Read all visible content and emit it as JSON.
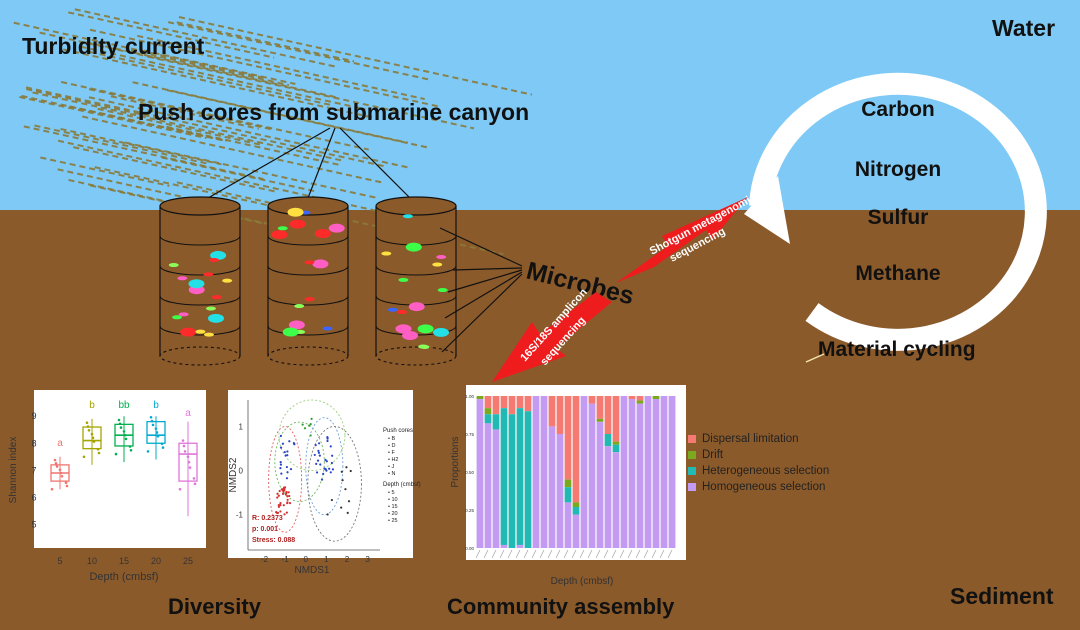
{
  "colors": {
    "water": "#7ec9f5",
    "sediment": "#8b5a2b",
    "arrow_red": "#ee1c1c",
    "cycle_white": "#ffffff",
    "streak": "#8a7a3a"
  },
  "labels": {
    "turbidity_current": "Turbidity current",
    "water": "Water",
    "push_cores": "Push cores from submarine canyon",
    "microbes": "Microbes",
    "shotgun_line1": "Shotgun metagenomic",
    "shotgun_line2": "sequencing",
    "amplicon_line1": "16S/18S amplicon",
    "amplicon_line2": "sequencing",
    "material_cycling": "Material cycling",
    "diversity": "Diversity",
    "community_assembly": "Community assembly",
    "sediment": "Sediment"
  },
  "cycle_elements": [
    "Carbon",
    "Nitrogen",
    "Sulfur",
    "Methane"
  ],
  "shannon_panel": {
    "ylabel": "Shannon index",
    "xlabel": "Depth (cmbsf)",
    "categories": [
      "5",
      "10",
      "15",
      "20",
      "25"
    ],
    "y_ticks": [
      "5",
      "6",
      "7",
      "8",
      "9"
    ],
    "letters": [
      "a",
      "b",
      "bb",
      "b",
      "a"
    ],
    "colors": [
      "#f0756e",
      "#a3a500",
      "#00b050",
      "#00aad0",
      "#e075d8"
    ]
  },
  "nmds_panel": {
    "xlabel": "NMDS1",
    "ylabel": "NMDS2",
    "x_ticks": [
      "-2",
      "-1",
      "0",
      "1",
      "2",
      "3"
    ],
    "y_ticks": [
      "-1",
      "0",
      "1"
    ],
    "stats": [
      "R: 0.2373",
      "p: 0.001",
      "Stress: 0.088"
    ],
    "legend_title1": "Push cores",
    "legend_cores": [
      "B",
      "D",
      "F",
      "H2",
      "J",
      "N"
    ],
    "legend_title2": "Depth (cmbsf)",
    "legend_depths": [
      "5",
      "10",
      "15",
      "20",
      "25"
    ]
  },
  "chart_data": {
    "type": "bar",
    "ylabel": "Proportions",
    "xlabel": "Depth (cmbsf)",
    "y_ticks": [
      "0.00",
      "0.25",
      "0.50",
      "0.75",
      "1.00"
    ],
    "series": [
      {
        "name": "Dispersal limitation",
        "color": "#f47a72"
      },
      {
        "name": "Drift",
        "color": "#7aa81e"
      },
      {
        "name": "Heterogeneous selection",
        "color": "#22b8b4"
      },
      {
        "name": "Homogeneous selection",
        "color": "#c39bf2"
      }
    ],
    "bars": [
      [
        0,
        0.02,
        0,
        0.98
      ],
      [
        0.08,
        0.04,
        0.06,
        0.82
      ],
      [
        0.12,
        0,
        0.1,
        0.78
      ],
      [
        0.08,
        0,
        0.9,
        0.02
      ],
      [
        0.12,
        0,
        0.88,
        0
      ],
      [
        0.08,
        0,
        0.9,
        0.02
      ],
      [
        0.1,
        0,
        0.9,
        0
      ],
      [
        0,
        0,
        0,
        1
      ],
      [
        0,
        0,
        0,
        1
      ],
      [
        0.2,
        0,
        0,
        0.8
      ],
      [
        0.25,
        0,
        0,
        0.75
      ],
      [
        0.55,
        0.05,
        0.1,
        0.3
      ],
      [
        0.7,
        0.03,
        0.05,
        0.22
      ],
      [
        0,
        0,
        0,
        1
      ],
      [
        0.05,
        0,
        0,
        0.95
      ],
      [
        0.15,
        0.02,
        0,
        0.83
      ],
      [
        0.25,
        0,
        0.08,
        0.67
      ],
      [
        0.3,
        0.02,
        0.05,
        0.63
      ],
      [
        0,
        0,
        0,
        1
      ],
      [
        0.02,
        0,
        0,
        0.98
      ],
      [
        0.03,
        0.02,
        0,
        0.95
      ],
      [
        0,
        0,
        0,
        1
      ],
      [
        0,
        0.02,
        0,
        0.98
      ],
      [
        0,
        0,
        0,
        1
      ],
      [
        0,
        0,
        0,
        1
      ]
    ]
  }
}
